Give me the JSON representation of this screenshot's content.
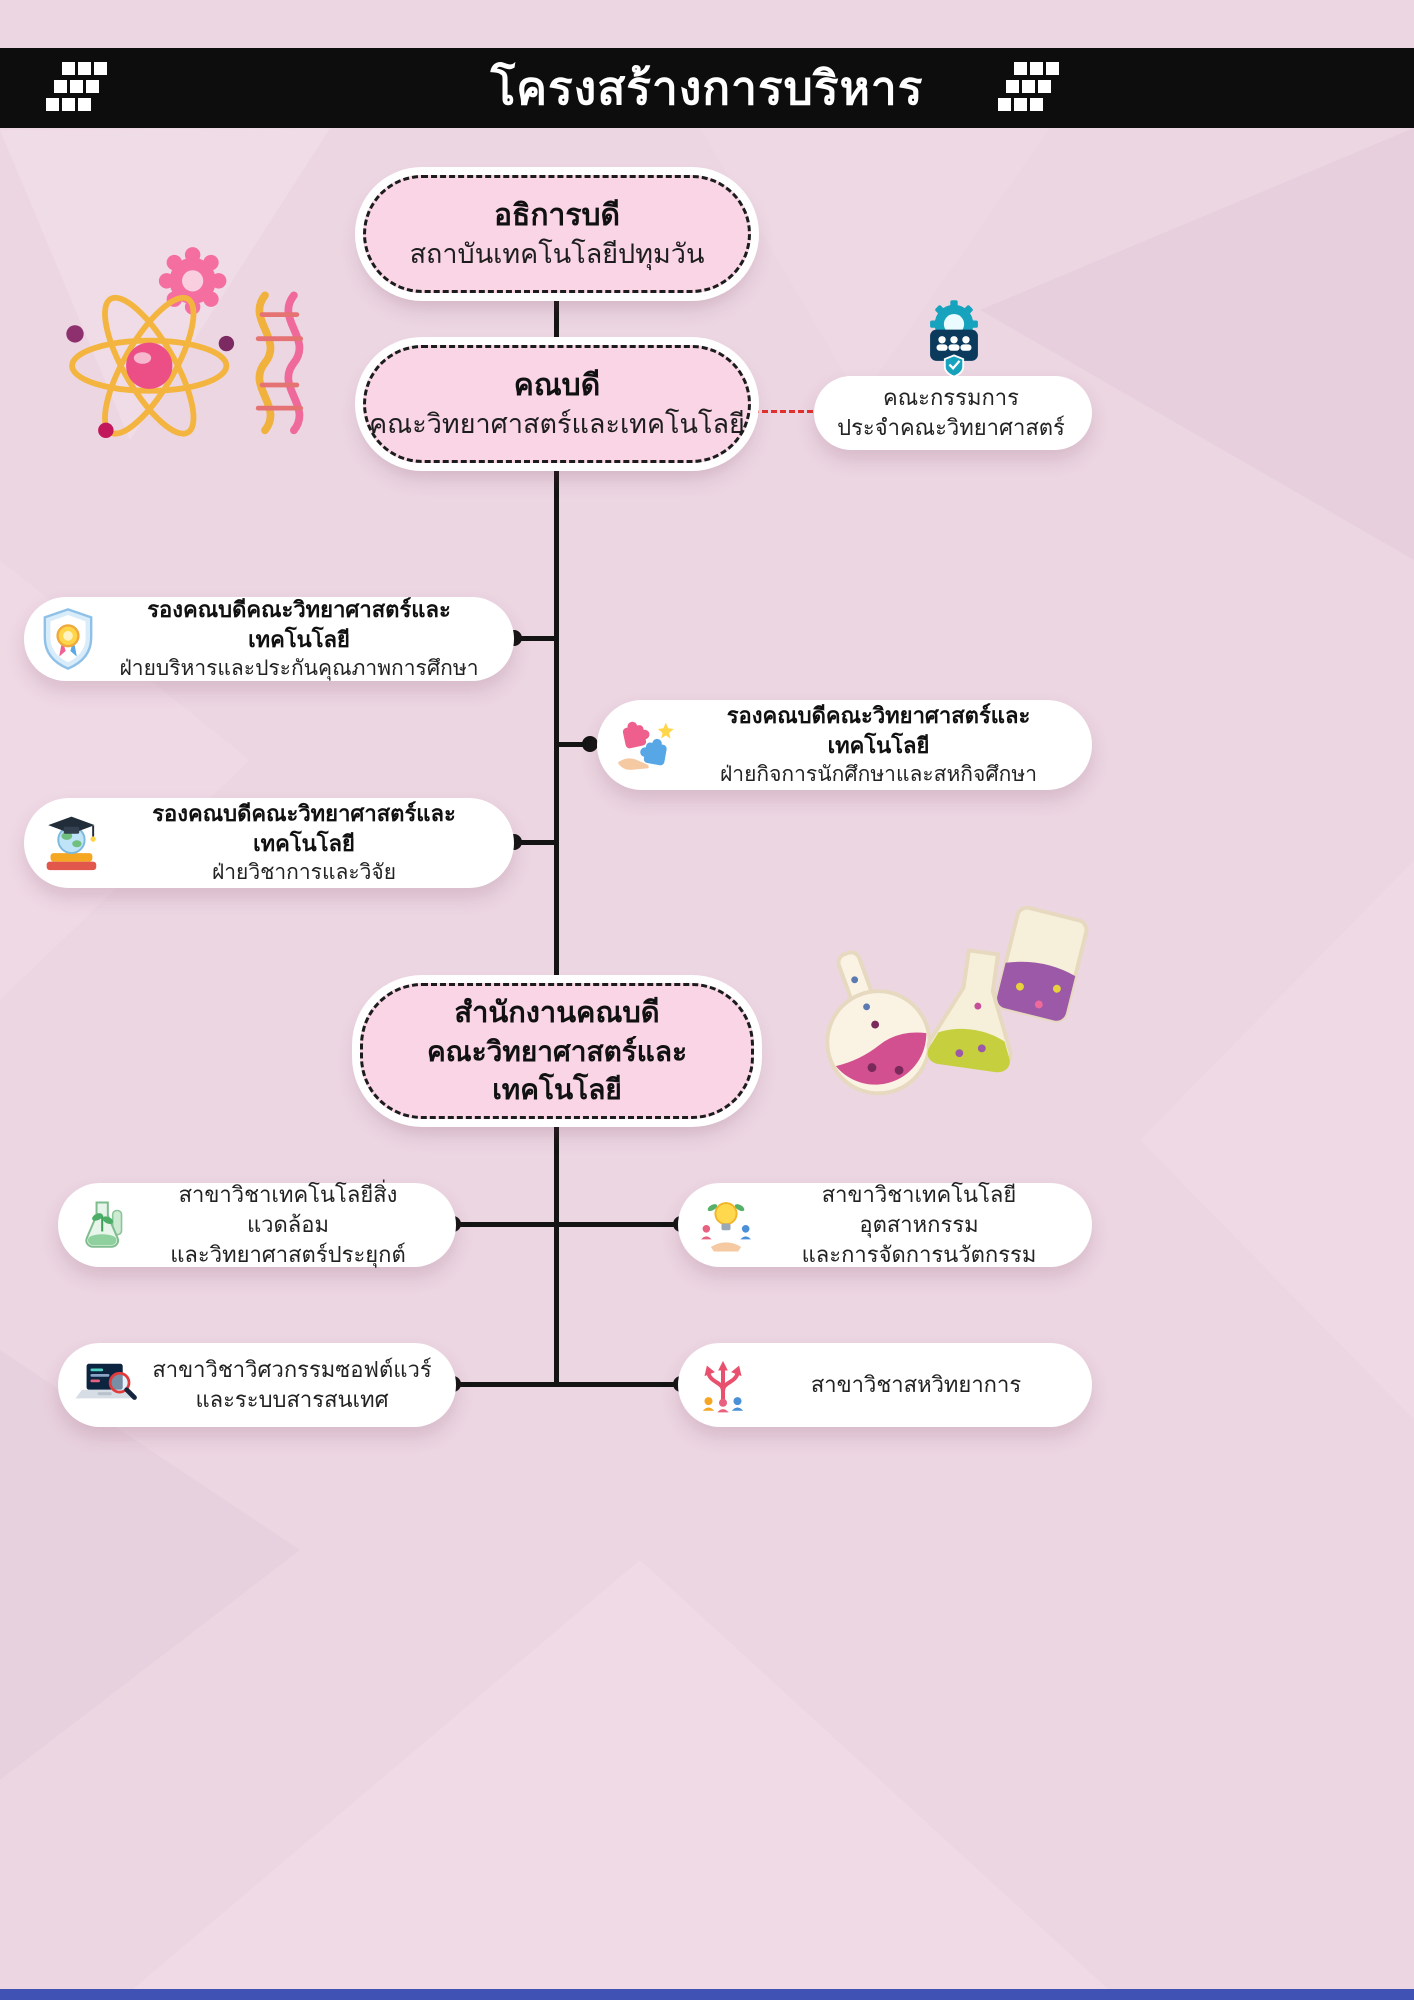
{
  "header": {
    "title": "โครงสร้างการบริหาร"
  },
  "org": {
    "president": {
      "title": "อธิการบดี",
      "subtitle": "สถาบันเทคโนโลยีปทุมวัน"
    },
    "dean": {
      "title": "คณบดี",
      "subtitle": "คณะวิทยาศาสตร์และเทคโนโลยี"
    },
    "committee": {
      "line1": "คณะกรรมการ",
      "line2": "ประจำคณะวิทยาศาสตร์",
      "icon": "committee-board-icon"
    },
    "vice_deans": [
      {
        "title": "รองคณบดีคณะวิทยาศาสตร์และเทคโนโลยี",
        "subtitle": "ฝ่ายบริหารและประกันคุณภาพการศึกษา",
        "icon": "award-shield-icon"
      },
      {
        "title": "รองคณบดีคณะวิทยาศาสตร์และเทคโนโลยี",
        "subtitle": "ฝ่ายกิจการนักศึกษาและสหกิจศึกษา",
        "icon": "puzzle-hands-icon"
      },
      {
        "title": "รองคณบดีคณะวิทยาศาสตร์และเทคโนโลยี",
        "subtitle": "ฝ่ายวิชาการและวิจัย",
        "icon": "graduation-globe-books-icon"
      }
    ],
    "office": {
      "line1": "สำนักงานคณบดี",
      "line2": "คณะวิทยาศาสตร์และเทคโนโลยี"
    },
    "departments": [
      {
        "line1": "สาขาวิชาเทคโนโลยีสิ่งแวดล้อม",
        "line2": "และวิทยาศาสตร์ประยุกต์",
        "icon": "flask-plant-icon"
      },
      {
        "line1": "สาขาวิชาเทคโนโลยีอุตสาหกรรม",
        "line2": "และการจัดการนวัตกรรม",
        "icon": "idea-bulb-hands-icon"
      },
      {
        "line1": "สาขาวิชาวิศวกรรมซอฟต์แวร์",
        "line2": "และระบบสารสนเทศ",
        "icon": "laptop-magnifier-icon"
      },
      {
        "line1": "สาขาวิชาสหวิทยาการ",
        "line2": "",
        "icon": "people-growth-arrows-icon"
      }
    ],
    "decorations": [
      "header-pixel-pattern-icon",
      "atom-dna-illustration",
      "chemistry-flasks-illustration"
    ]
  },
  "colors": {
    "background": "#ecd6e2",
    "header_bar": "#0d0d0d",
    "node_pink": "#f9d5e6",
    "card_white": "#ffffff",
    "connector": "#141414",
    "committee_link": "#e0312e",
    "bottom_bar": "#4053b4"
  }
}
